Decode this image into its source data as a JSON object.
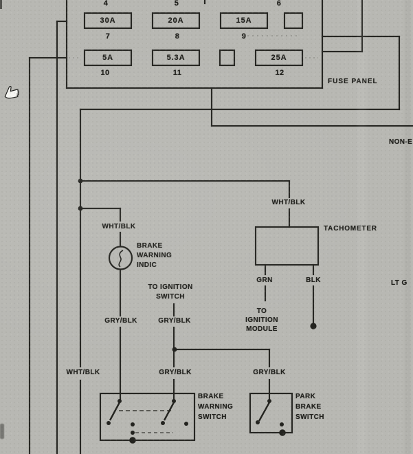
{
  "diagram": {
    "fuse_panel": {
      "label": "FUSE PANEL",
      "positions": [
        "4",
        "5",
        "6",
        "7",
        "8",
        "9",
        "10",
        "11",
        "12"
      ],
      "fuses": [
        "30A",
        "20A",
        "15A",
        "",
        "5A",
        "5.3A",
        "",
        "25A"
      ]
    },
    "wire_labels": {
      "wht_blk": "WHT/BLK",
      "gry_blk": "GRY/BLK",
      "grn": "GRN",
      "blk": "BLK",
      "lt_grn_partial": "LT G",
      "non_partial": "NON-E"
    },
    "components": {
      "tachometer": "TACHOMETER",
      "brake_warning_indicator": [
        "BRAKE",
        "WARNING",
        "INDIC"
      ],
      "brake_warning_switch": [
        "BRAKE",
        "WARNING",
        "SWITCH"
      ],
      "park_brake_switch": [
        "PARK",
        "BRAKE",
        "SWITCH"
      ]
    },
    "destinations": {
      "to_ignition_switch": [
        "TO IGNITION",
        "SWITCH"
      ],
      "to_ignition_module": [
        "TO",
        "IGNITION",
        "MODULE"
      ]
    }
  }
}
